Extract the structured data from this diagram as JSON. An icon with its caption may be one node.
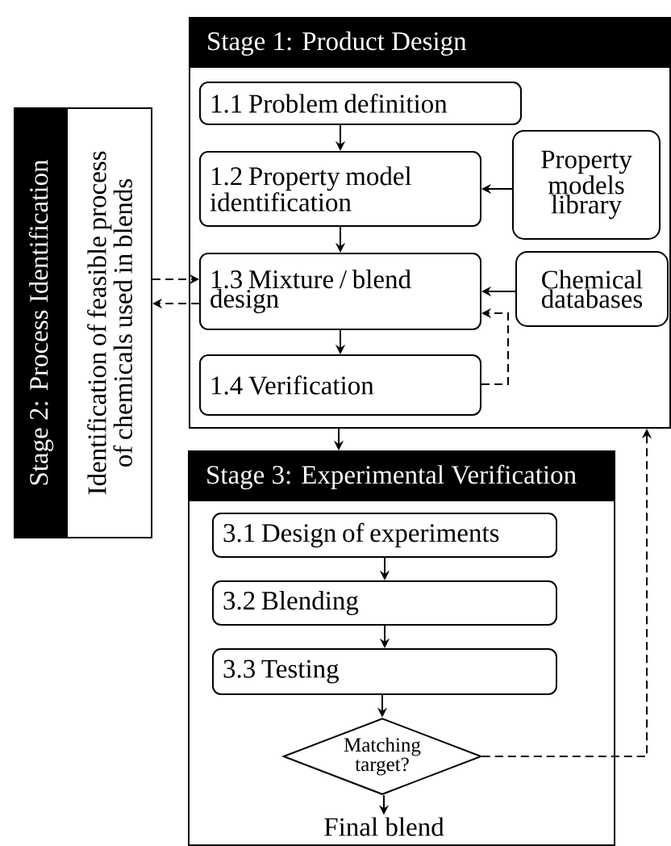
{
  "diagram": {
    "nodes": [
      {
        "text": [
          "Stage 1: Product Design"
        ]
      },
      {
        "text": [
          "1.1 Problem definition"
        ],
        "in": 0
      },
      {
        "text": [
          "1.2 Property model identification"
        ],
        "in": 0
      },
      {
        "text": [
          "Property models library"
        ],
        "in": 0
      },
      {
        "text": [
          "1.3 Mixture / blend design"
        ],
        "in": 0
      },
      {
        "text": [
          "Chemical databases"
        ],
        "in": 0
      },
      {
        "text": [
          "1.4 Verification"
        ],
        "in": 0
      },
      {
        "text": [
          "Stage 2: Process Identification",
          "Identification of feasible process of chemicals used in blends"
        ]
      },
      {
        "text": [
          "Stage 3: Experimental Verification"
        ]
      },
      {
        "text": [
          "3.1 Design of experiments"
        ],
        "in": 8
      },
      {
        "text": [
          "3.2 Blending"
        ],
        "in": 8
      },
      {
        "text": [
          "3.3 Testing"
        ],
        "in": 8
      },
      {
        "text": [
          "Matching target?"
        ],
        "in": 8
      },
      {
        "text": [
          "Final blend"
        ],
        "in": 8
      }
    ],
    "edges": [
      {
        "from": 1,
        "to": 2,
        "arrow": "to"
      },
      {
        "from": 3,
        "to": 2,
        "arrow": "to"
      },
      {
        "from": 2,
        "to": 4,
        "arrow": "to"
      },
      {
        "from": 5,
        "to": 4,
        "arrow": "to"
      },
      {
        "from": 4,
        "to": 6,
        "arrow": "to"
      },
      {
        "from": 6,
        "to": 4,
        "arrow": "to",
        "style": "dashed"
      },
      {
        "from": 7,
        "to": 4,
        "arrow": "to",
        "style": "dashed"
      },
      {
        "from": 4,
        "to": 7,
        "arrow": "to",
        "style": "dashed"
      },
      {
        "from": 0,
        "to": 8,
        "arrow": "to"
      },
      {
        "from": 9,
        "to": 10,
        "arrow": "to"
      },
      {
        "from": 10,
        "to": 11,
        "arrow": "to"
      },
      {
        "from": 11,
        "to": 12,
        "arrow": "to"
      },
      {
        "from": 12,
        "to": 13,
        "arrow": "to"
      },
      {
        "from": 12,
        "to": 0,
        "arrow": "to",
        "style": "dashed"
      }
    ]
  }
}
